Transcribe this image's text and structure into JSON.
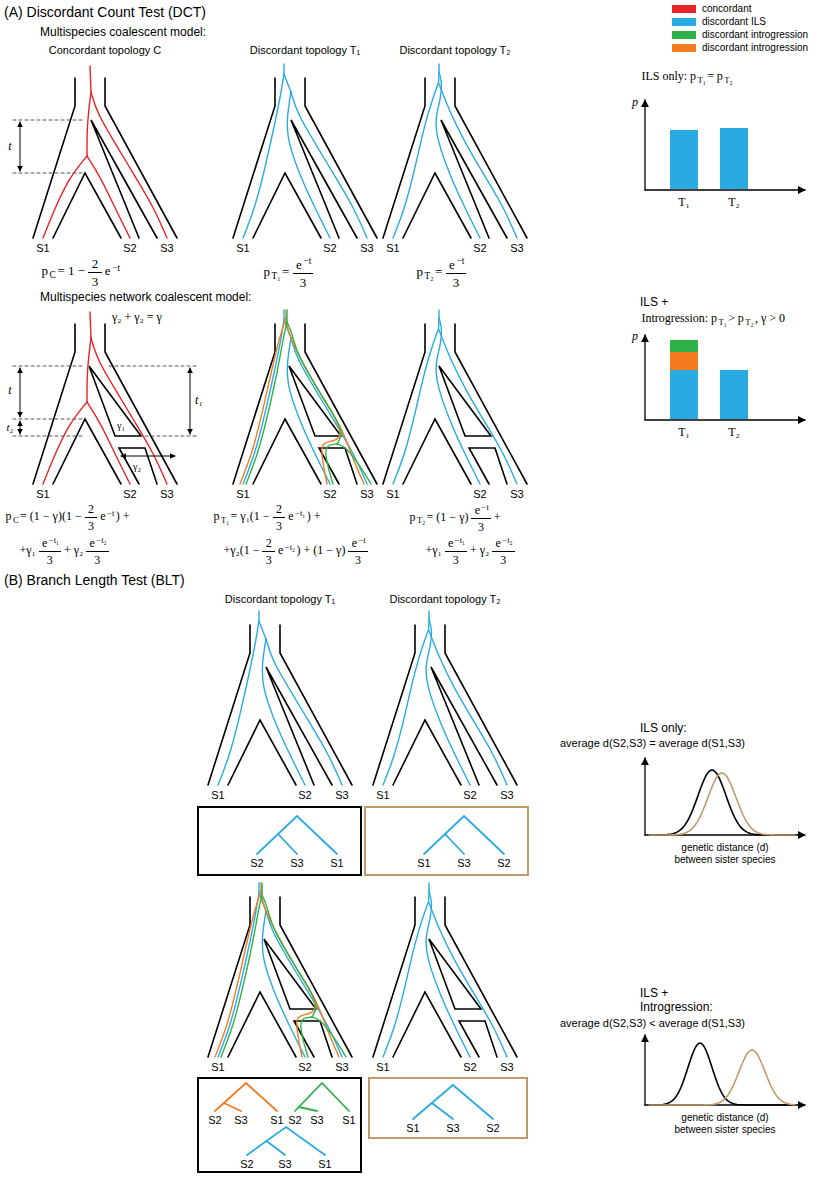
{
  "diagram": {
    "nodes": [
      {
        "text": [
          "S2",
          "S3",
          "S1"
        ]
      },
      {
        "text": [
          "S1",
          "S3",
          "S2"
        ]
      },
      {
        "text": [
          "S2",
          "S3",
          "S1",
          "S2",
          "S3",
          "S1",
          "S2",
          "S3",
          "S1"
        ]
      },
      {
        "text": [
          "S1",
          "S3",
          "S2"
        ]
      }
    ],
    "labels": [
      "(A) Discordant Count Test (DCT)",
      "Multispecies coalescent model:",
      "Concordant topology C",
      "Discordant topology T₁",
      "Discordant topology T₂",
      "t",
      "S1",
      "S2",
      "S3",
      "S1",
      "S2",
      "S3",
      "S1",
      "S2",
      "S3",
      "p",
      "C",
      "= 1 −",
      "2",
      "3",
      "e",
      "−t",
      "p",
      "T₁",
      "=",
      "e",
      "−t",
      "3",
      "p",
      "T₂",
      "=",
      "e",
      "−t",
      "3",
      "ILS only:",
      "p",
      "T₁",
      "=",
      "p",
      "T₂",
      "p",
      "T₁",
      "T₂",
      "Multispecies network coalescent model:",
      "γ₂ + γ₂ = γ",
      "t",
      "t₂",
      "t₁",
      "γ₁",
      "γ₂",
      "S1",
      "S2",
      "S3",
      "S1",
      "S2",
      "S3",
      "S1",
      "S2",
      "S3",
      "p",
      "C",
      "= (1 − γ)(1 −",
      "2",
      "3",
      "e",
      "−t",
      ") +",
      "+γ₁",
      "e",
      "−t₁",
      "3",
      "+ γ₂",
      "e",
      "−t₂",
      "3",
      "p",
      "T₁",
      "= γ₁(1 −",
      "2",
      "3",
      "e",
      "−t₁",
      ") +",
      "+γ₂(1 −",
      "2",
      "3",
      "e",
      "−t₂",
      ") + (1 − γ)",
      "e",
      "−t",
      "3",
      "p",
      "T₂",
      "= (1 − γ)",
      "e",
      "−t",
      "3",
      "+",
      "+γ₁",
      "e",
      "−t₁",
      "3",
      "+ γ₂",
      "e",
      "−t₂",
      "3",
      "ILS +",
      "Introgression:",
      "p",
      "T₁",
      ">",
      "p",
      "T₂",
      ", γ > 0",
      "p",
      "T₁",
      "T₂",
      "(B) Branch Length Test (BLT)",
      "Discordant topology T₁",
      "Discordant topology T₂",
      "S1",
      "S2",
      "S3",
      "S1",
      "S2",
      "S3",
      "ILS only:",
      "average d(S2,S3) = average d(S1,S3)",
      "genetic distance (d) between sister species",
      "S1",
      "S2",
      "S3",
      "S1",
      "S2",
      "S3",
      "ILS +",
      "Introgression:",
      "average d(S2,S3) < average d(S1,S3)",
      "genetic distance (d) between sister species"
    ],
    "legend": [
      {
        "text": "concordant",
        "color": "#e8232a"
      },
      {
        "text": "discordant ILS",
        "color": "#29abe2"
      },
      {
        "text": "discordant introgression",
        "color": "#2db24a"
      },
      {
        "text": "discordant introgression",
        "color": "#f47b20"
      }
    ]
  }
}
